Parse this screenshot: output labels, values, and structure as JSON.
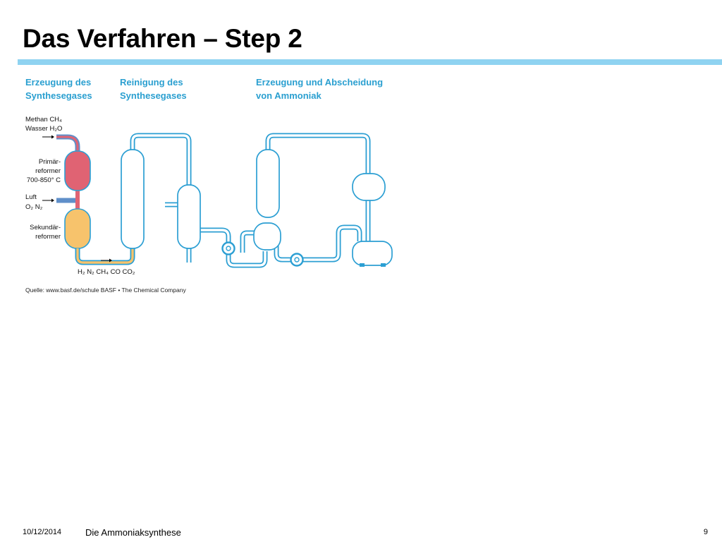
{
  "slide": {
    "title": "Das Verfahren – Step 2"
  },
  "diagram": {
    "sections": [
      {
        "line1": "Erzeugung des",
        "line2": "Synthesegases"
      },
      {
        "line1": "Reinigung des",
        "line2": "Synthesegases"
      },
      {
        "line1": "Erzeugung und Abscheidung",
        "line2": "von Ammoniak"
      }
    ],
    "inputs": {
      "methan": "Methan CH₄",
      "wasser": "Wasser H₂O",
      "luft": "Luft",
      "luft_gases": "O₂ N₂"
    },
    "units": {
      "primary_line1": "Primär-",
      "primary_line2": "reformer",
      "primary_temp": "700-850° C",
      "secondary_line1": "Sekundär-",
      "secondary_line2": "reformer"
    },
    "output_gases": "H₂ N₂ CH₄ CO CO₂",
    "source": "Quelle: www.basf.de/schule  BASF • The Chemical Company",
    "colors": {
      "pipe": "#2c9fd3",
      "header": "#2a9fd0",
      "primary_reformer": "#e06373",
      "secondary_reformer": "#f7c36c",
      "feed_pipe": "#5f8fc9"
    }
  },
  "footer": {
    "date": "10/12/2014",
    "center": "Die Ammoniaksynthese",
    "page": "9"
  }
}
